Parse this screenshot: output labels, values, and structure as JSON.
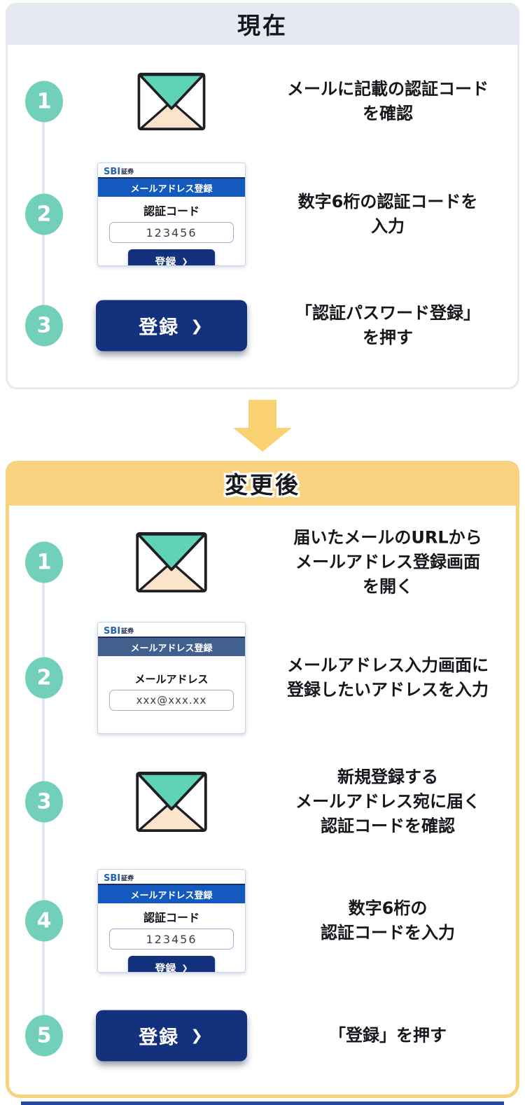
{
  "colors": {
    "teal_badge": "#72CFBA",
    "timeline_gray": "#E3E7EF",
    "header_gray": "#E6E9F2",
    "yellow": "#F8D27E",
    "arrow_yellow": "#FAD171",
    "navy_button": "#14317E",
    "mini_header_bright_blue": "#1459BE",
    "mini_header_slate_blue": "#41608E",
    "envelope_flap_teal": "#5FD3B6",
    "envelope_paper_cream": "#FBE4CB",
    "text_dark": "#15171C"
  },
  "icons": {
    "chevron_right": "❯"
  },
  "current": {
    "title": "現在",
    "steps": [
      {
        "num": "1",
        "lines": [
          "メールに記載の認証コード",
          "を確認"
        ]
      },
      {
        "num": "2",
        "lines": [
          "数字6桁の認証コードを",
          "入力"
        ]
      },
      {
        "num": "3",
        "lines": [
          "「認証パスワード登録」",
          "を押す"
        ]
      }
    ]
  },
  "after": {
    "title": "変更後",
    "steps": [
      {
        "num": "1",
        "lines": [
          "届いたメールのURLから",
          "メールアドレス登録画面",
          "を開く"
        ]
      },
      {
        "num": "2",
        "lines": [
          "メールアドレス入力画面に",
          "登録したいアドレスを入力"
        ]
      },
      {
        "num": "3",
        "lines": [
          "新規登録する",
          "メールアドレス宛に届く",
          "認証コードを確認"
        ]
      },
      {
        "num": "4",
        "lines": [
          "数字6桁の",
          "認証コードを入力"
        ]
      },
      {
        "num": "5",
        "lines": [
          "「登録」を押す"
        ]
      }
    ]
  },
  "mini_auth": {
    "logo_main": "SBI",
    "logo_sub": "証券",
    "header": "メールアドレス登録",
    "label": "認証コード",
    "input_value": "123456",
    "button_label": "登録"
  },
  "mini_email": {
    "logo_main": "SBI",
    "logo_sub": "証券",
    "header": "メールアドレス登録",
    "label": "メールアドレス",
    "input_value": "xxx@xxx.xx"
  },
  "big_button": {
    "label": "登録"
  }
}
